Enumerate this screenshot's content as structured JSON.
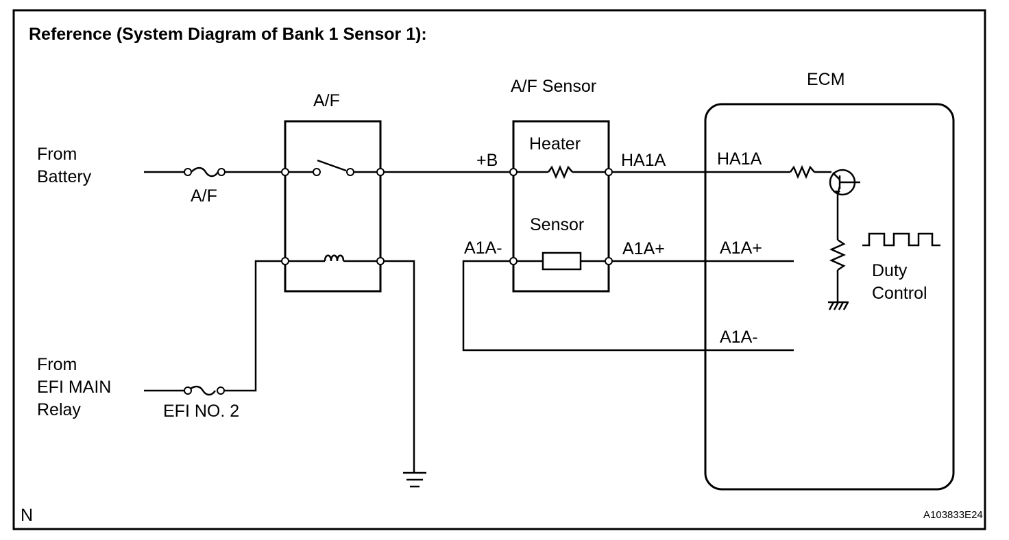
{
  "title": "Reference (System Diagram of Bank 1 Sensor 1):",
  "corner_left": "N",
  "figure_id": "A103833E24",
  "sources": {
    "battery": [
      "From",
      "Battery"
    ],
    "efi_main": [
      "From",
      "EFI MAIN",
      "Relay"
    ]
  },
  "fuses": {
    "af": "A/F",
    "efi_no2": "EFI NO. 2"
  },
  "relay": {
    "label": "A/F"
  },
  "sensor": {
    "label": "A/F Sensor",
    "heater": "Heater",
    "element": "Sensor",
    "pin_b": "+B",
    "pin_ha1a": "HA1A",
    "pin_a1a_minus": "A1A-",
    "pin_a1a_plus": "A1A+"
  },
  "ecm": {
    "label": "ECM",
    "pin_ha1a": "HA1A",
    "pin_a1a_plus": "A1A+",
    "pin_a1a_minus": "A1A-",
    "duty_control": [
      "Duty",
      "Control"
    ]
  }
}
